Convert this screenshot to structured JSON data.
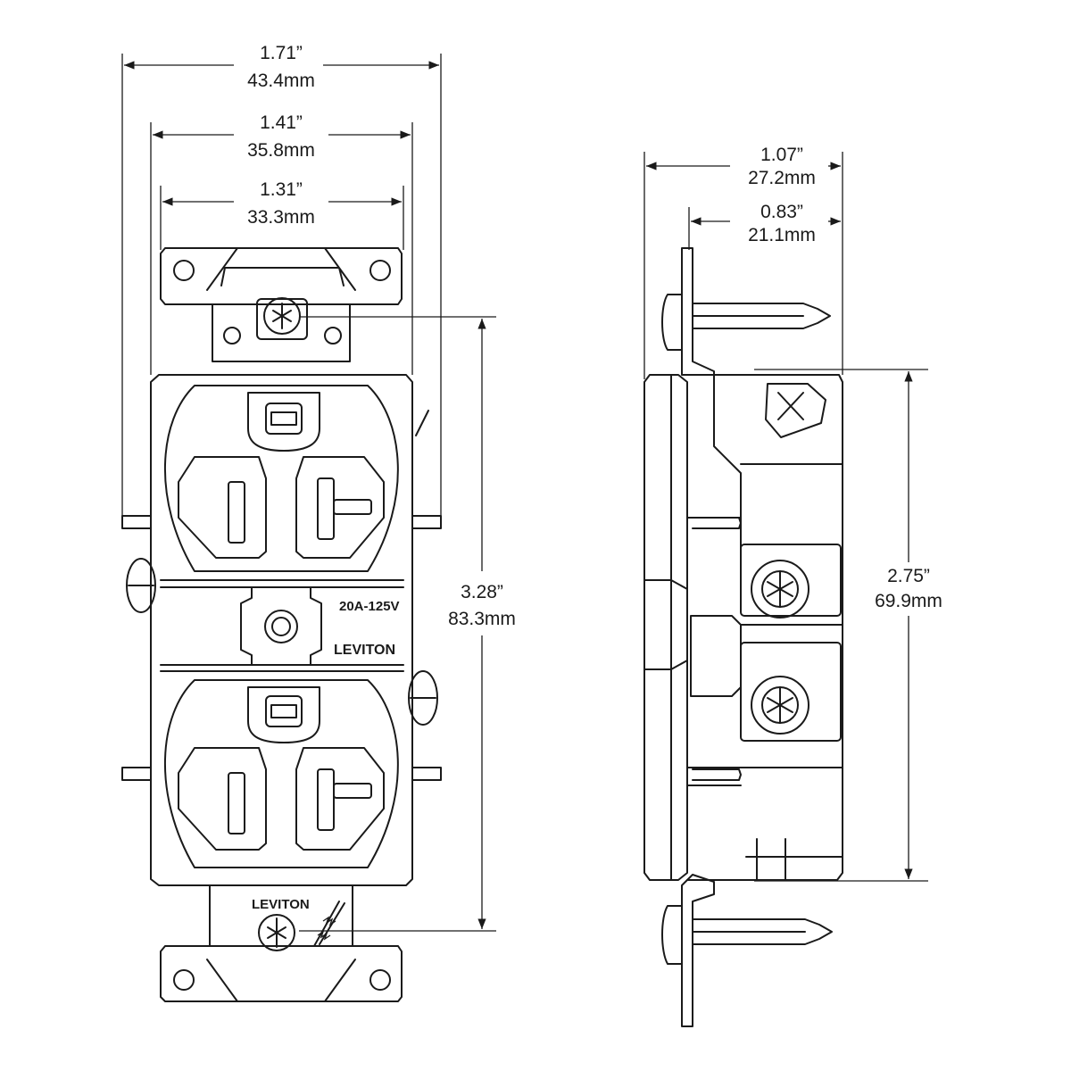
{
  "diagram": {
    "title": "Duplex receptacle dimensional drawing",
    "front_view": {
      "overall_width": {
        "inches": "1.71”",
        "mm": "43.4mm"
      },
      "body_width": {
        "inches": "1.41”",
        "mm": "35.8mm"
      },
      "face_width": {
        "inches": "1.31”",
        "mm": "33.3mm"
      },
      "mounting_height": {
        "inches": "3.28”",
        "mm": "83.3mm"
      },
      "rating_label": "20A-125V",
      "brand_label_center": "LEVITON",
      "brand_label_strap": "LEVITON"
    },
    "side_view": {
      "overall_depth": {
        "inches": "1.07”",
        "mm": "27.2mm"
      },
      "body_depth": {
        "inches": "0.83”",
        "mm": "21.1mm"
      },
      "body_height": {
        "inches": "2.75”",
        "mm": "69.9mm"
      }
    }
  }
}
